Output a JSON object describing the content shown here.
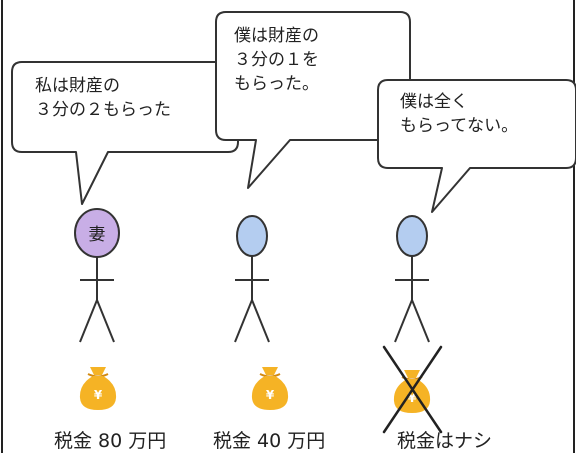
{
  "speech": {
    "wife": "私は財産の\n３分の２もらった",
    "son1": "僕は財産の\n３分の１を\nもらった。",
    "son2": "僕は全く\nもらってない。"
  },
  "figures": {
    "wife_head_text": "妻",
    "wife_color": "#c8aee6",
    "child_color": "#b4cdf0"
  },
  "taxes": {
    "wife": "税金 80 万円",
    "son1": "税金 40 万円",
    "son2": "税金はナシ"
  },
  "icons": {
    "money_bag": "money-bag-icon",
    "cross": "cross-out-icon"
  },
  "colors": {
    "bag": "#f5b325",
    "bag_dark": "#d38a10",
    "bag_symbol": "#ffffff",
    "bubble_stroke": "#333333"
  }
}
